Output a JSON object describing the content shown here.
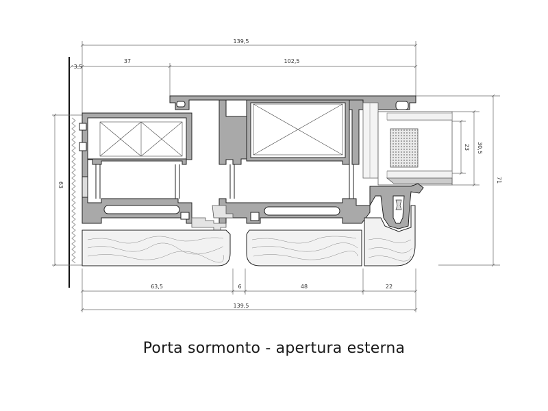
{
  "caption": "Porta sormonto - apertura esterna",
  "dimensions": {
    "top_total": "139,5",
    "top_left": "3,5",
    "top_mid": "37",
    "top_right": "102,5",
    "left_height": "63",
    "right_height": "71",
    "glass_outer": "30,5",
    "glass_inner": "23",
    "bottom_a": "63,5",
    "bottom_gap": "6",
    "bottom_b": "48",
    "bottom_c": "22",
    "bottom_total": "139,5"
  },
  "colors": {
    "profile": "#a9a9a9",
    "profile_dark": "#555555",
    "wood": "#f2f2f2",
    "line": "#222222",
    "dim_line": "#666666"
  }
}
